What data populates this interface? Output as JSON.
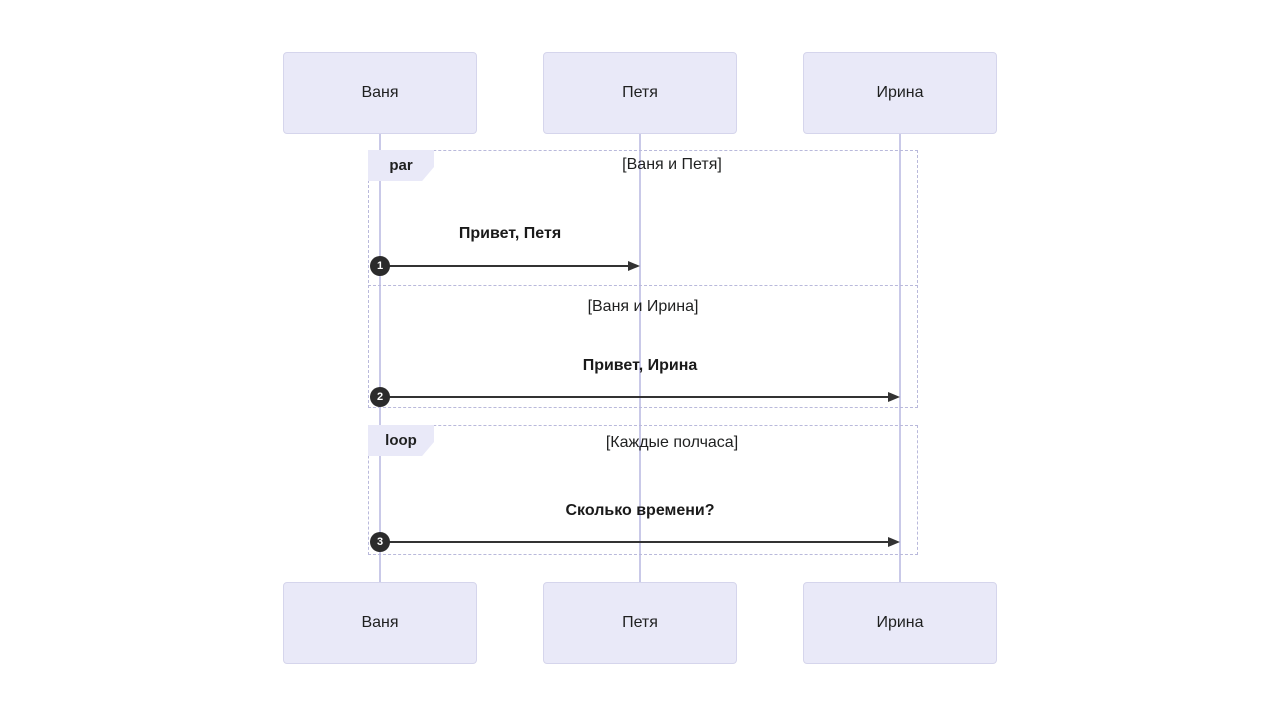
{
  "diagram": {
    "type": "sequence-diagram",
    "actors": [
      {
        "name": "Ваня"
      },
      {
        "name": "Петя"
      },
      {
        "name": "Ирина"
      }
    ],
    "par_block": {
      "label": "par",
      "sections": [
        {
          "condition": "[Ваня и Петя]"
        },
        {
          "condition": "[Ваня и Ирина]"
        }
      ]
    },
    "loop_block": {
      "label": "loop",
      "condition": "[Каждые полчаса]"
    },
    "messages": [
      {
        "seq": "1",
        "text": "Привет, Петя",
        "from": "Ваня",
        "to": "Петя"
      },
      {
        "seq": "2",
        "text": "Привет, Ирина",
        "from": "Ваня",
        "to": "Ирина"
      },
      {
        "seq": "3",
        "text": "Сколько времени?",
        "from": "Ваня",
        "to": "Ирина"
      }
    ],
    "colors": {
      "background": "#ffffff",
      "actor_fill": "#e9e9f8",
      "actor_border": "#d5d5ec",
      "lifeline": "#c9c9e8",
      "frame_border": "#b9b9db",
      "frame_tab_fill": "#e9e9f8",
      "arrow": "#333333",
      "badge_fill": "#2b2b2b",
      "badge_text": "#ffffff",
      "text": "#1f2020"
    }
  }
}
